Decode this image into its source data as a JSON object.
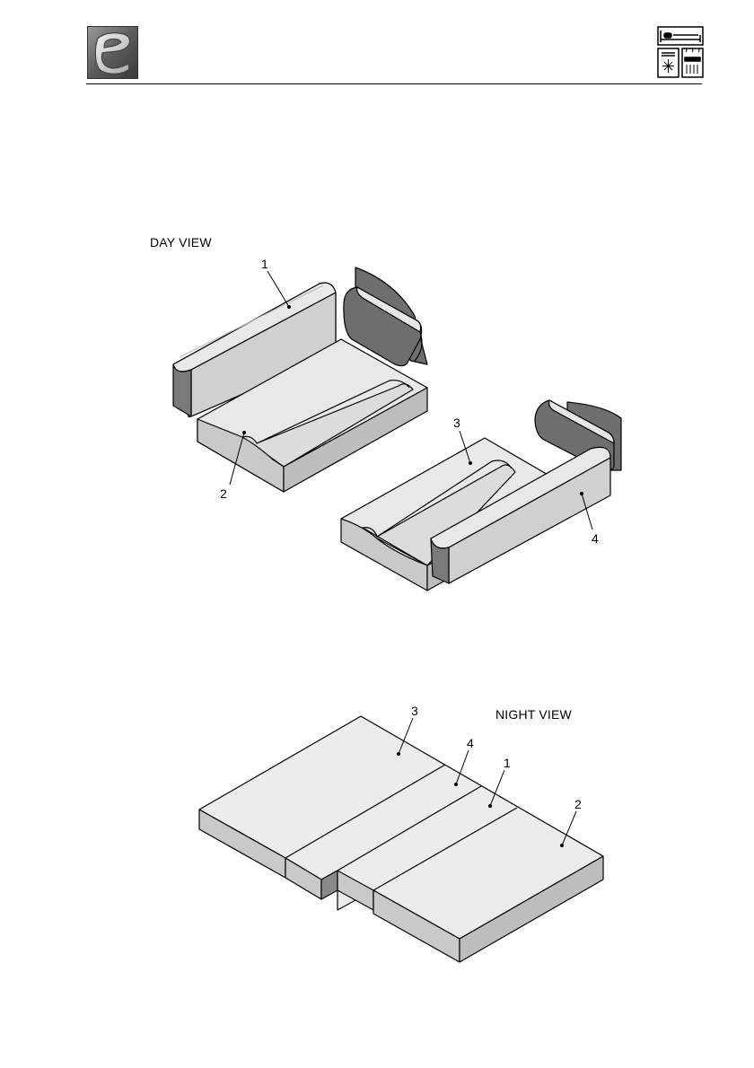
{
  "header": {
    "logo_icon": "brand-logo-icon",
    "icons": [
      "bed-icon",
      "refrigerator-icon",
      "heater-icon"
    ]
  },
  "day_view": {
    "label": "DAY VIEW",
    "callouts": [
      "1",
      "2",
      "3",
      "4"
    ]
  },
  "night_view": {
    "label": "NIGHT VIEW",
    "callouts": [
      "3",
      "4",
      "1",
      "2"
    ]
  },
  "colors": {
    "cushion_top": "#e8e8e8",
    "cushion_front": "#c9c9c9",
    "cushion_side": "#9a9a9a",
    "backrest_dark": "#6e6e6e",
    "outline": "#000000"
  }
}
